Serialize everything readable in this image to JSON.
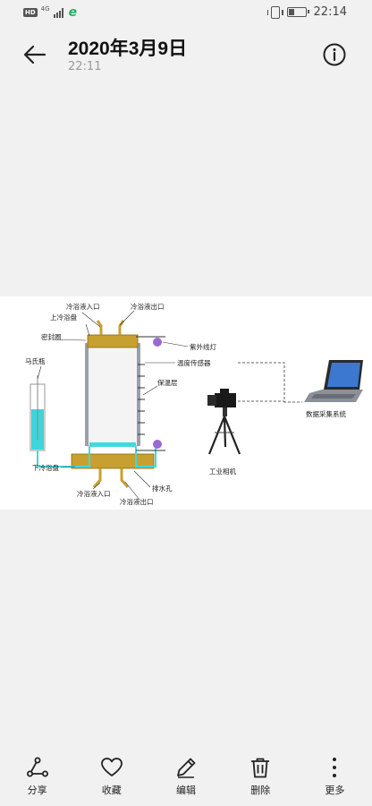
{
  "status": {
    "hd": "HD",
    "network": "4G",
    "time": "22:14",
    "battery_level": 0.35
  },
  "header": {
    "title": "2020年3月9日",
    "subtitle": "22:11"
  },
  "figure": {
    "labels": {
      "cold_inlet_top": "冷浴液入口",
      "cold_outlet_top": "冷浴液出口",
      "upper_plate": "上冷浴盘",
      "seal_ring": "密封圈",
      "mariotte": "马氏瓶",
      "uv_lamp": "紫外线灯",
      "temp_sensor": "温度传感器",
      "insulation": "保温层",
      "lower_plate": "下冷浴盘",
      "cold_inlet_bottom": "冷浴液入口",
      "drain": "排水孔",
      "cold_outlet_bottom": "冷浴液出口",
      "camera": "工业相机",
      "daq": "数据采集系统"
    }
  },
  "actions": [
    {
      "id": "share",
      "label": "分享",
      "icon": "share-icon"
    },
    {
      "id": "favorite",
      "label": "收藏",
      "icon": "heart-icon"
    },
    {
      "id": "edit",
      "label": "编辑",
      "icon": "pencil-icon"
    },
    {
      "id": "delete",
      "label": "删除",
      "icon": "trash-icon"
    },
    {
      "id": "more",
      "label": "更多",
      "icon": "more-icon"
    }
  ]
}
